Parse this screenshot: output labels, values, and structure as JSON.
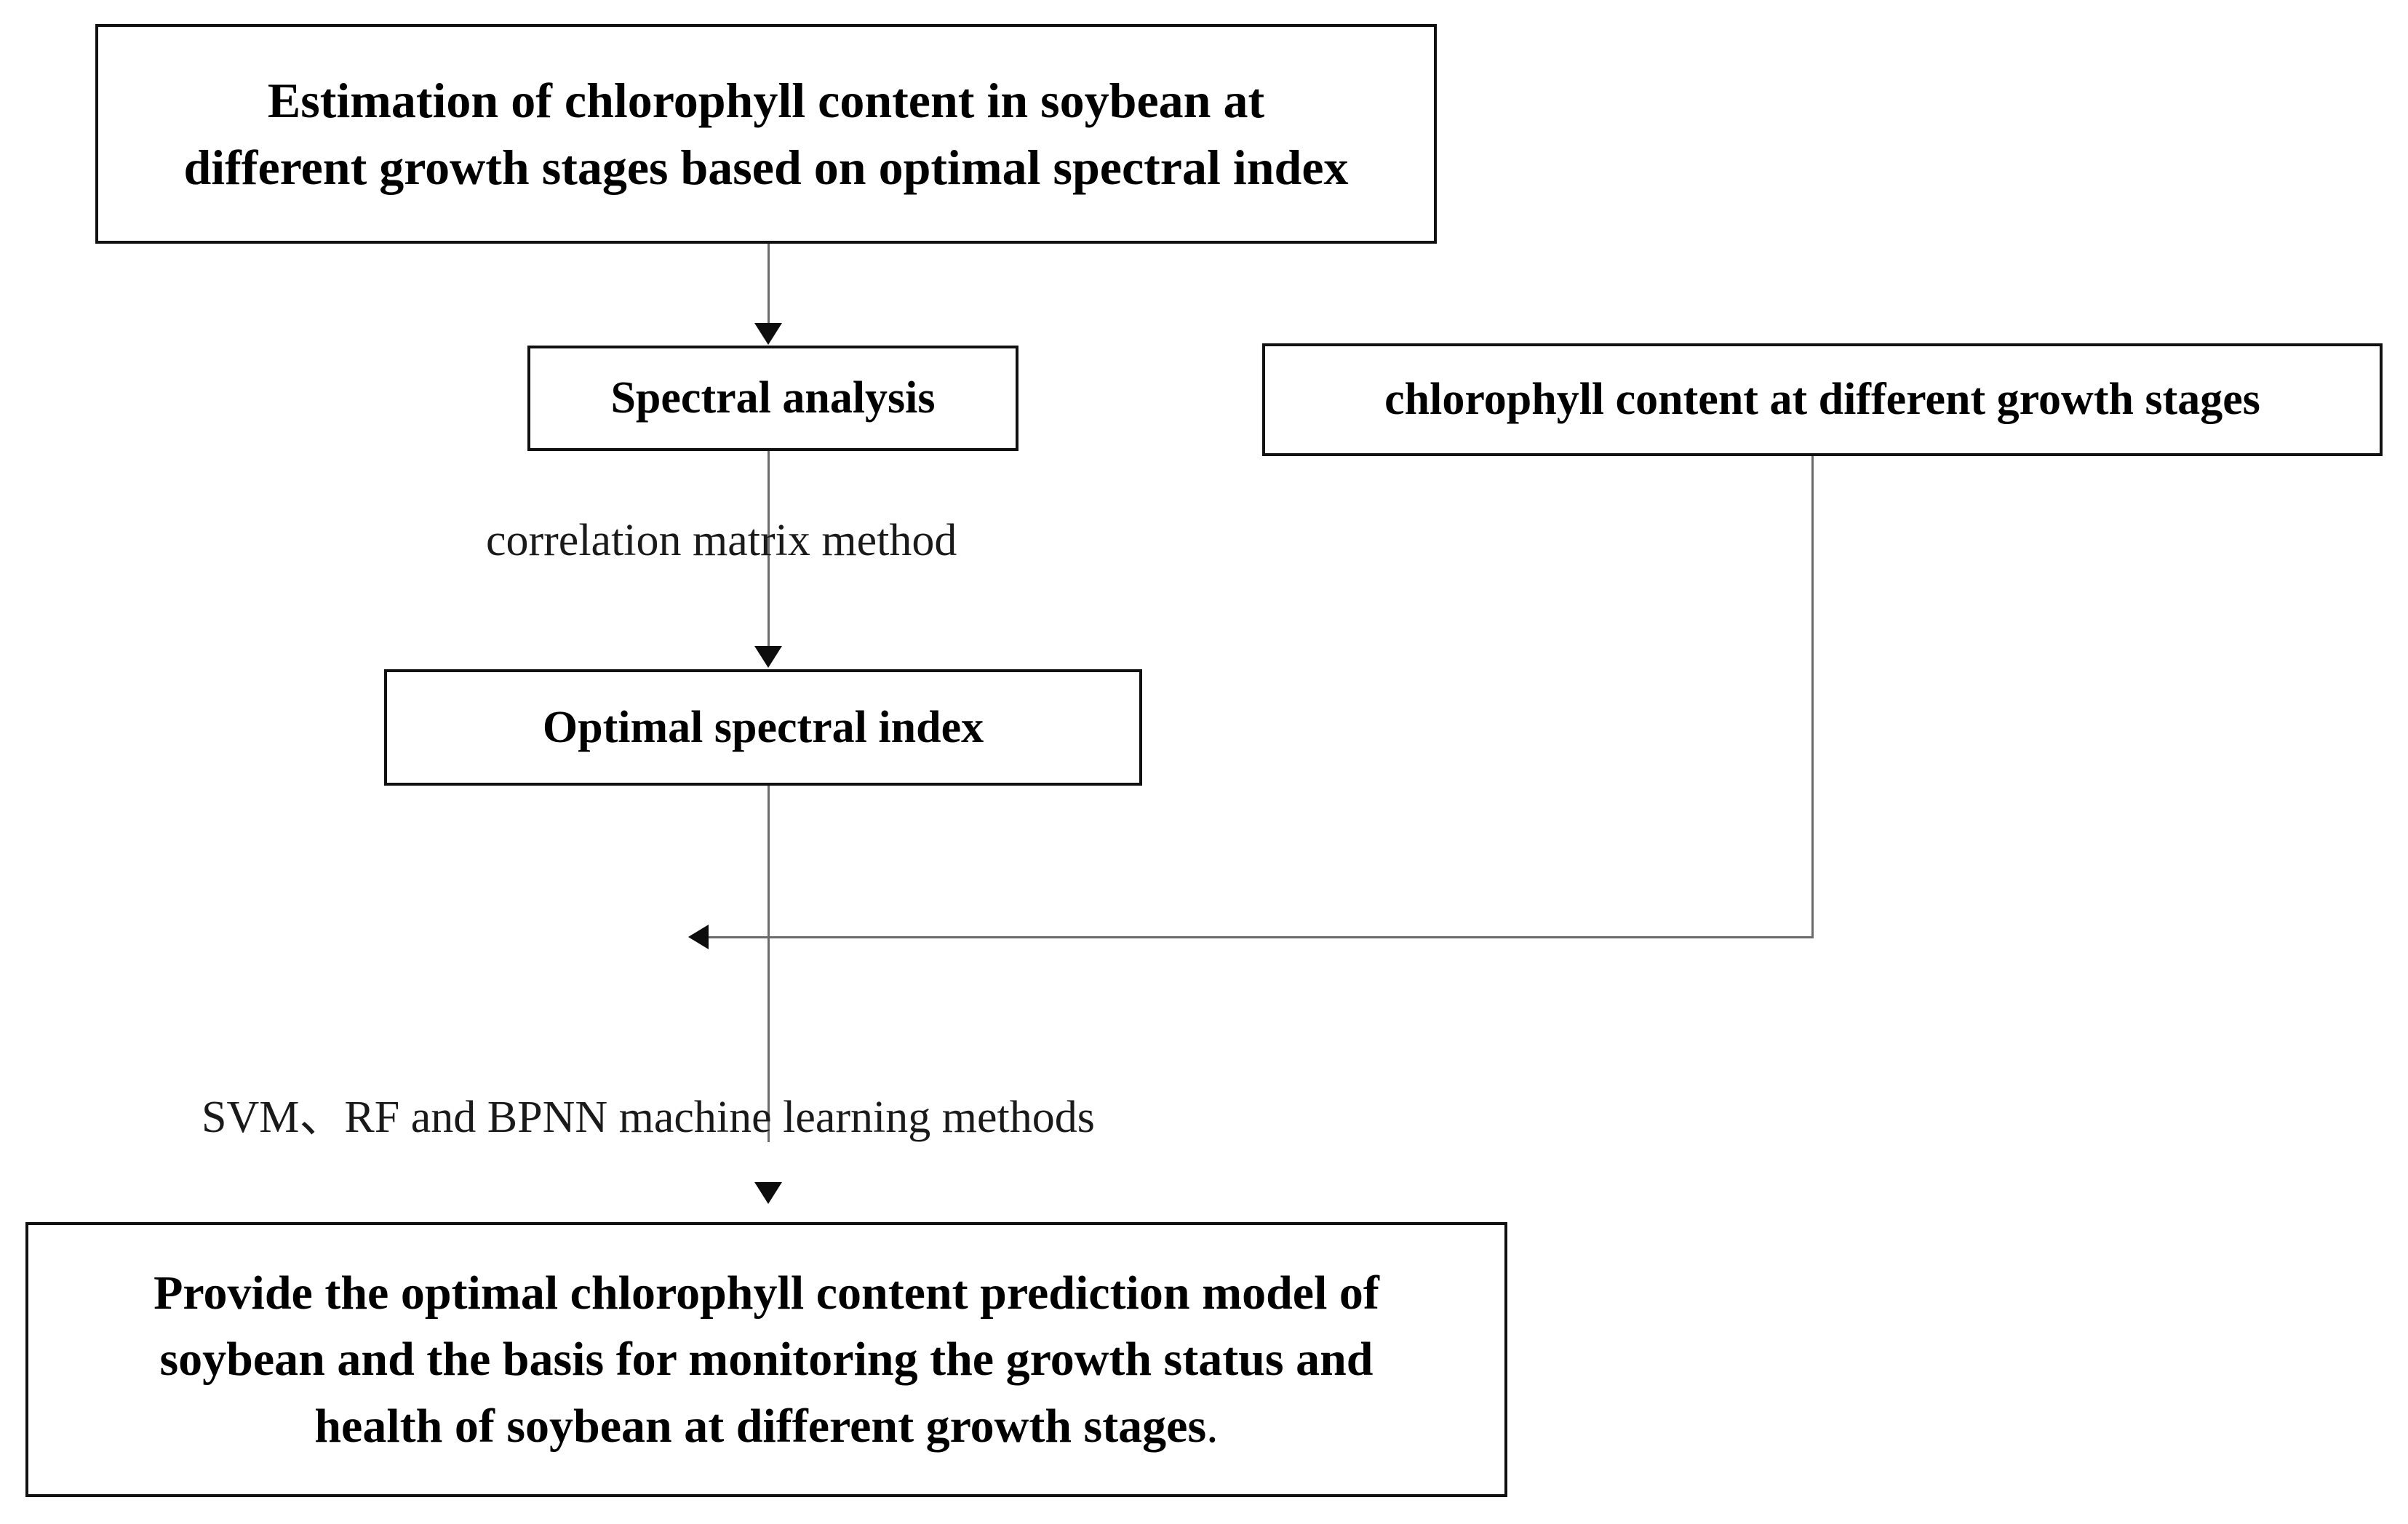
{
  "diagram": {
    "title_box": {
      "line1": "Estimation of chlorophyll content in soybean at",
      "line2": "different growth stages based on optimal spectral index"
    },
    "spectral_box": {
      "label": "Spectral analysis"
    },
    "chlorophyll_box": {
      "label": "chlorophyll content at different growth stages"
    },
    "optimal_box": {
      "label": "Optimal spectral index"
    },
    "outcome_box": {
      "line1": "Provide the optimal chlorophyll content prediction model of",
      "line2": "soybean and the basis for monitoring the growth status and",
      "line3": "health of soybean at different growth stages",
      "period": "."
    },
    "edge_labels": {
      "correlation": "correlation matrix method",
      "machine_learning": "SVM、RF and BPNN  machine learning methods"
    },
    "colors": {
      "box_border": "#111111",
      "connector": "#6b6b6b",
      "arrowhead": "#0d0d0d",
      "text": "#000000",
      "background": "#ffffff"
    }
  }
}
